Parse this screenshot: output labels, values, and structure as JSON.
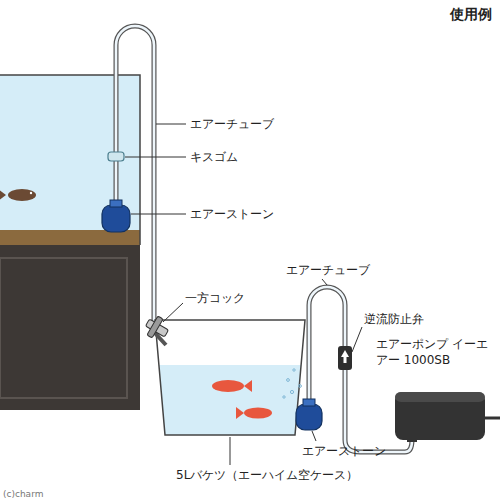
{
  "diagram": {
    "title": "使用例",
    "labels": [
      "エアーチューブ",
      "キスゴム",
      "エアーストーン",
      "一方コック",
      "エアーチューブ",
      "逆流防止弁",
      "エアーポンプ イーエアー 1000SB",
      "エアーストーン",
      "5Lバケツ（エーハイム空ケース）",
      "(c)charm"
    ]
  }
}
